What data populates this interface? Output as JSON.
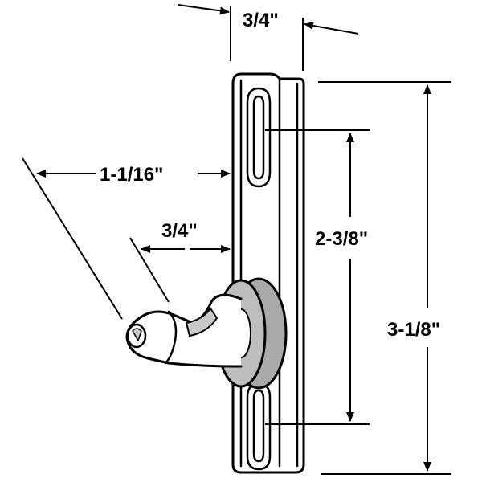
{
  "diagram": {
    "dimensions": {
      "plate_width": "3/4\"",
      "hook_reach": "1-1/16\"",
      "hook_width": "3/4\"",
      "slot_spacing": "2-3/8\"",
      "plate_height": "3-1/8\""
    },
    "colors": {
      "line": "#000000",
      "background": "#ffffff",
      "washer": "#a9a9a9",
      "shade": "#c8c8c8"
    }
  }
}
